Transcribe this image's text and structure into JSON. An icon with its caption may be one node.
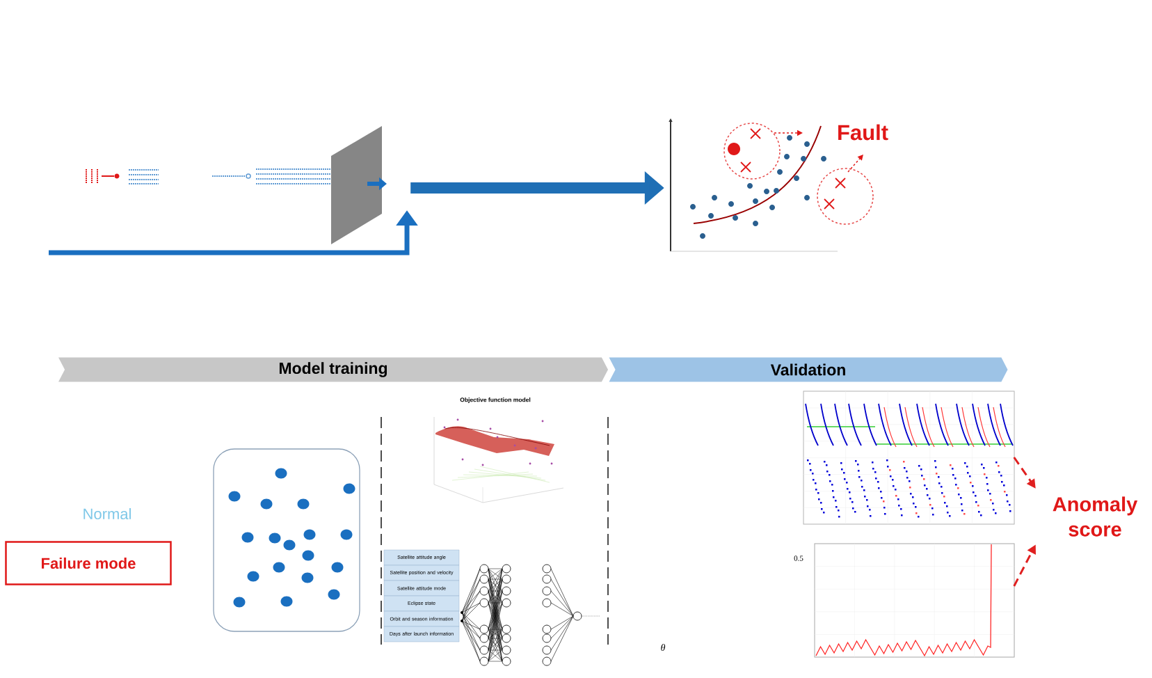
{
  "diagram": {
    "nodes": [
      {
        "text": [],
        "shape": "picture"
      },
      {
        "text": [],
        "shape": "picture"
      },
      {
        "text": [
          "Model training"
        ]
      },
      {
        "text": [
          "Validation"
        ]
      },
      {
        "text": [
          "Failure mode"
        ]
      },
      {
        "text": [],
        "shape": "box"
      },
      {
        "text": [
          "Satellite attitude angle"
        ]
      },
      {
        "text": [
          "Satellite position and velocity"
        ]
      },
      {
        "text": [
          "Satellite attitude mode"
        ]
      },
      {
        "text": [
          "Eclipse state"
        ]
      },
      {
        "text": [
          "Orbit and season information"
        ]
      },
      {
        "text": [
          "Days after launch information"
        ]
      },
      {
        "text": [],
        "shape": "picture"
      },
      {
        "text": [],
        "shape": "picture"
      },
      {
        "text": [
          "Anomaly score"
        ]
      }
    ],
    "edges": [
      {
        "from": 0,
        "to": 1,
        "arrow": "to",
        "style": "thick",
        "color": "#1f6fb5"
      },
      {
        "from": 12,
        "to": 14,
        "arrow": "to",
        "style": "dashed"
      },
      {
        "from": 13,
        "to": 14,
        "arrow": "to",
        "style": "dashed"
      }
    ],
    "labels": [
      "Fault",
      "Objective function model",
      "Normal",
      "0.5",
      "θ"
    ]
  }
}
